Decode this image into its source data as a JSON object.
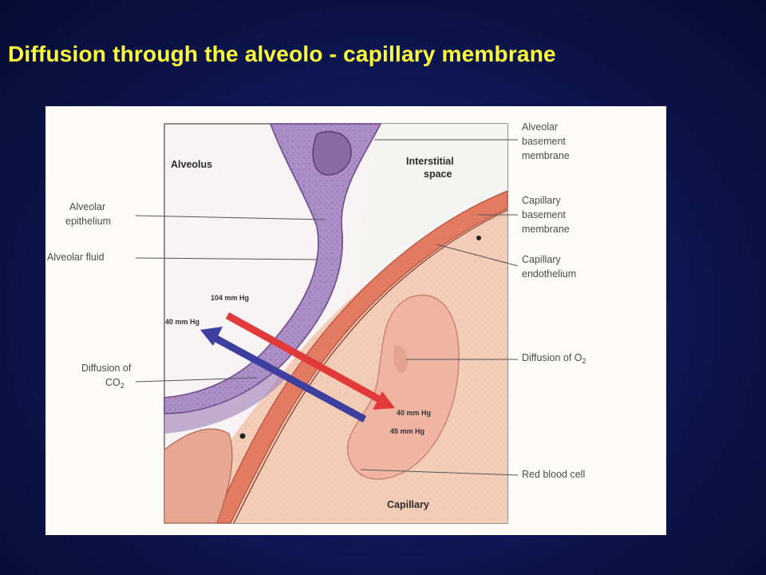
{
  "slide": {
    "title": "Diffusion through the alveolo - capillary membrane"
  },
  "diagram": {
    "regions": {
      "alveolus": "Alveolus",
      "interstitial_line1": "Interstitial",
      "interstitial_line2": "space",
      "capillary": "Capillary"
    },
    "labels": {
      "alveolar_basement_1": "Alveolar",
      "alveolar_basement_2": "basement",
      "alveolar_basement_3": "membrane",
      "capillary_basement_1": "Capillary",
      "capillary_basement_2": "basement",
      "capillary_basement_3": "membrane",
      "capillary_endothelium_1": "Capillary",
      "capillary_endothelium_2": "endothelium",
      "diffusion_o2_text": "Diffusion of O",
      "diffusion_o2_sub": "2",
      "red_blood_cell": "Red blood cell",
      "alveolar_epithelium_1": "Alveolar",
      "alveolar_epithelium_2": "epithelium",
      "alveolar_fluid": "Alveolar fluid",
      "diffusion_co2_1": "Diffusion of",
      "diffusion_co2_2": "CO",
      "diffusion_co2_sub": "2"
    },
    "pressures": {
      "alveolar_o2": "104 mm Hg",
      "alveolar_co2": "40 mm Hg",
      "capillary_o2": "40 mm Hg",
      "capillary_co2": "45 mm Hg"
    },
    "colors": {
      "o2_arrow": "#e23a3a",
      "co2_arrow": "#3d3f9e",
      "epithelium": "#a888c0",
      "capillary_wall": "#e07860",
      "blood": "#f3c9b4"
    }
  }
}
